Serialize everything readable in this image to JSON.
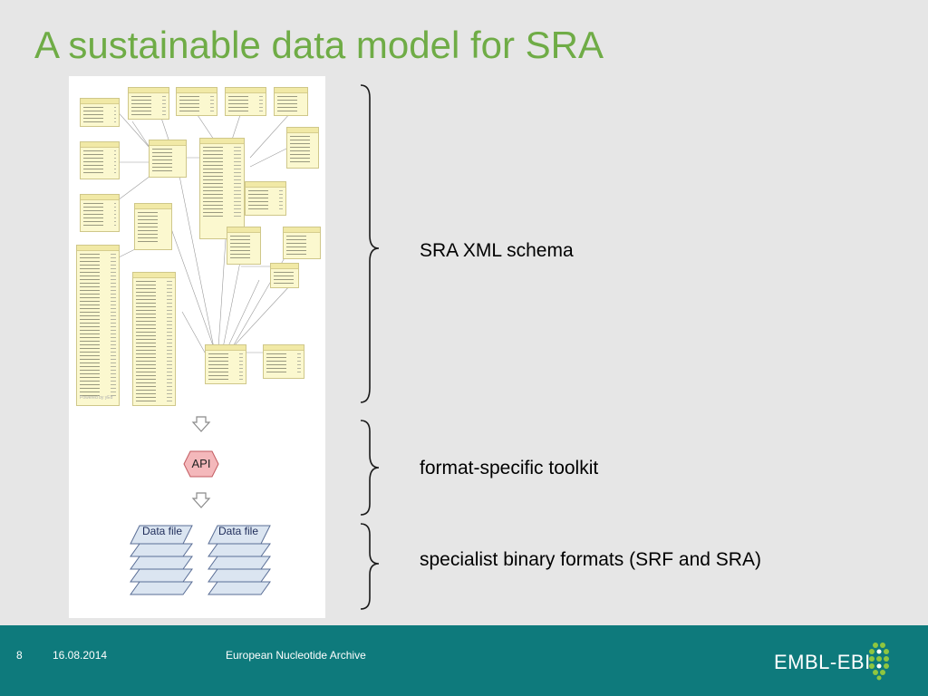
{
  "slide": {
    "title": "A sustainable data model for SRA"
  },
  "figure": {
    "api_label": "API",
    "data_file_label_1": "Data file",
    "data_file_label_2": "Data file",
    "powered_by": "Powered by yEd"
  },
  "labels": {
    "schema": "SRA XML schema",
    "toolkit": "format-specific toolkit",
    "binary": "specialist binary formats (SRF and SRA)"
  },
  "footer": {
    "page_number": "8",
    "date": "16.08.2014",
    "center_text": "European Nucleotide Archive",
    "logo_text": "EMBL-EBI"
  },
  "colors": {
    "title_green": "#6fac46",
    "footer_teal": "#0e7a7c",
    "api_fill": "#f4b8bb",
    "file_fill": "#dbe5f1"
  }
}
